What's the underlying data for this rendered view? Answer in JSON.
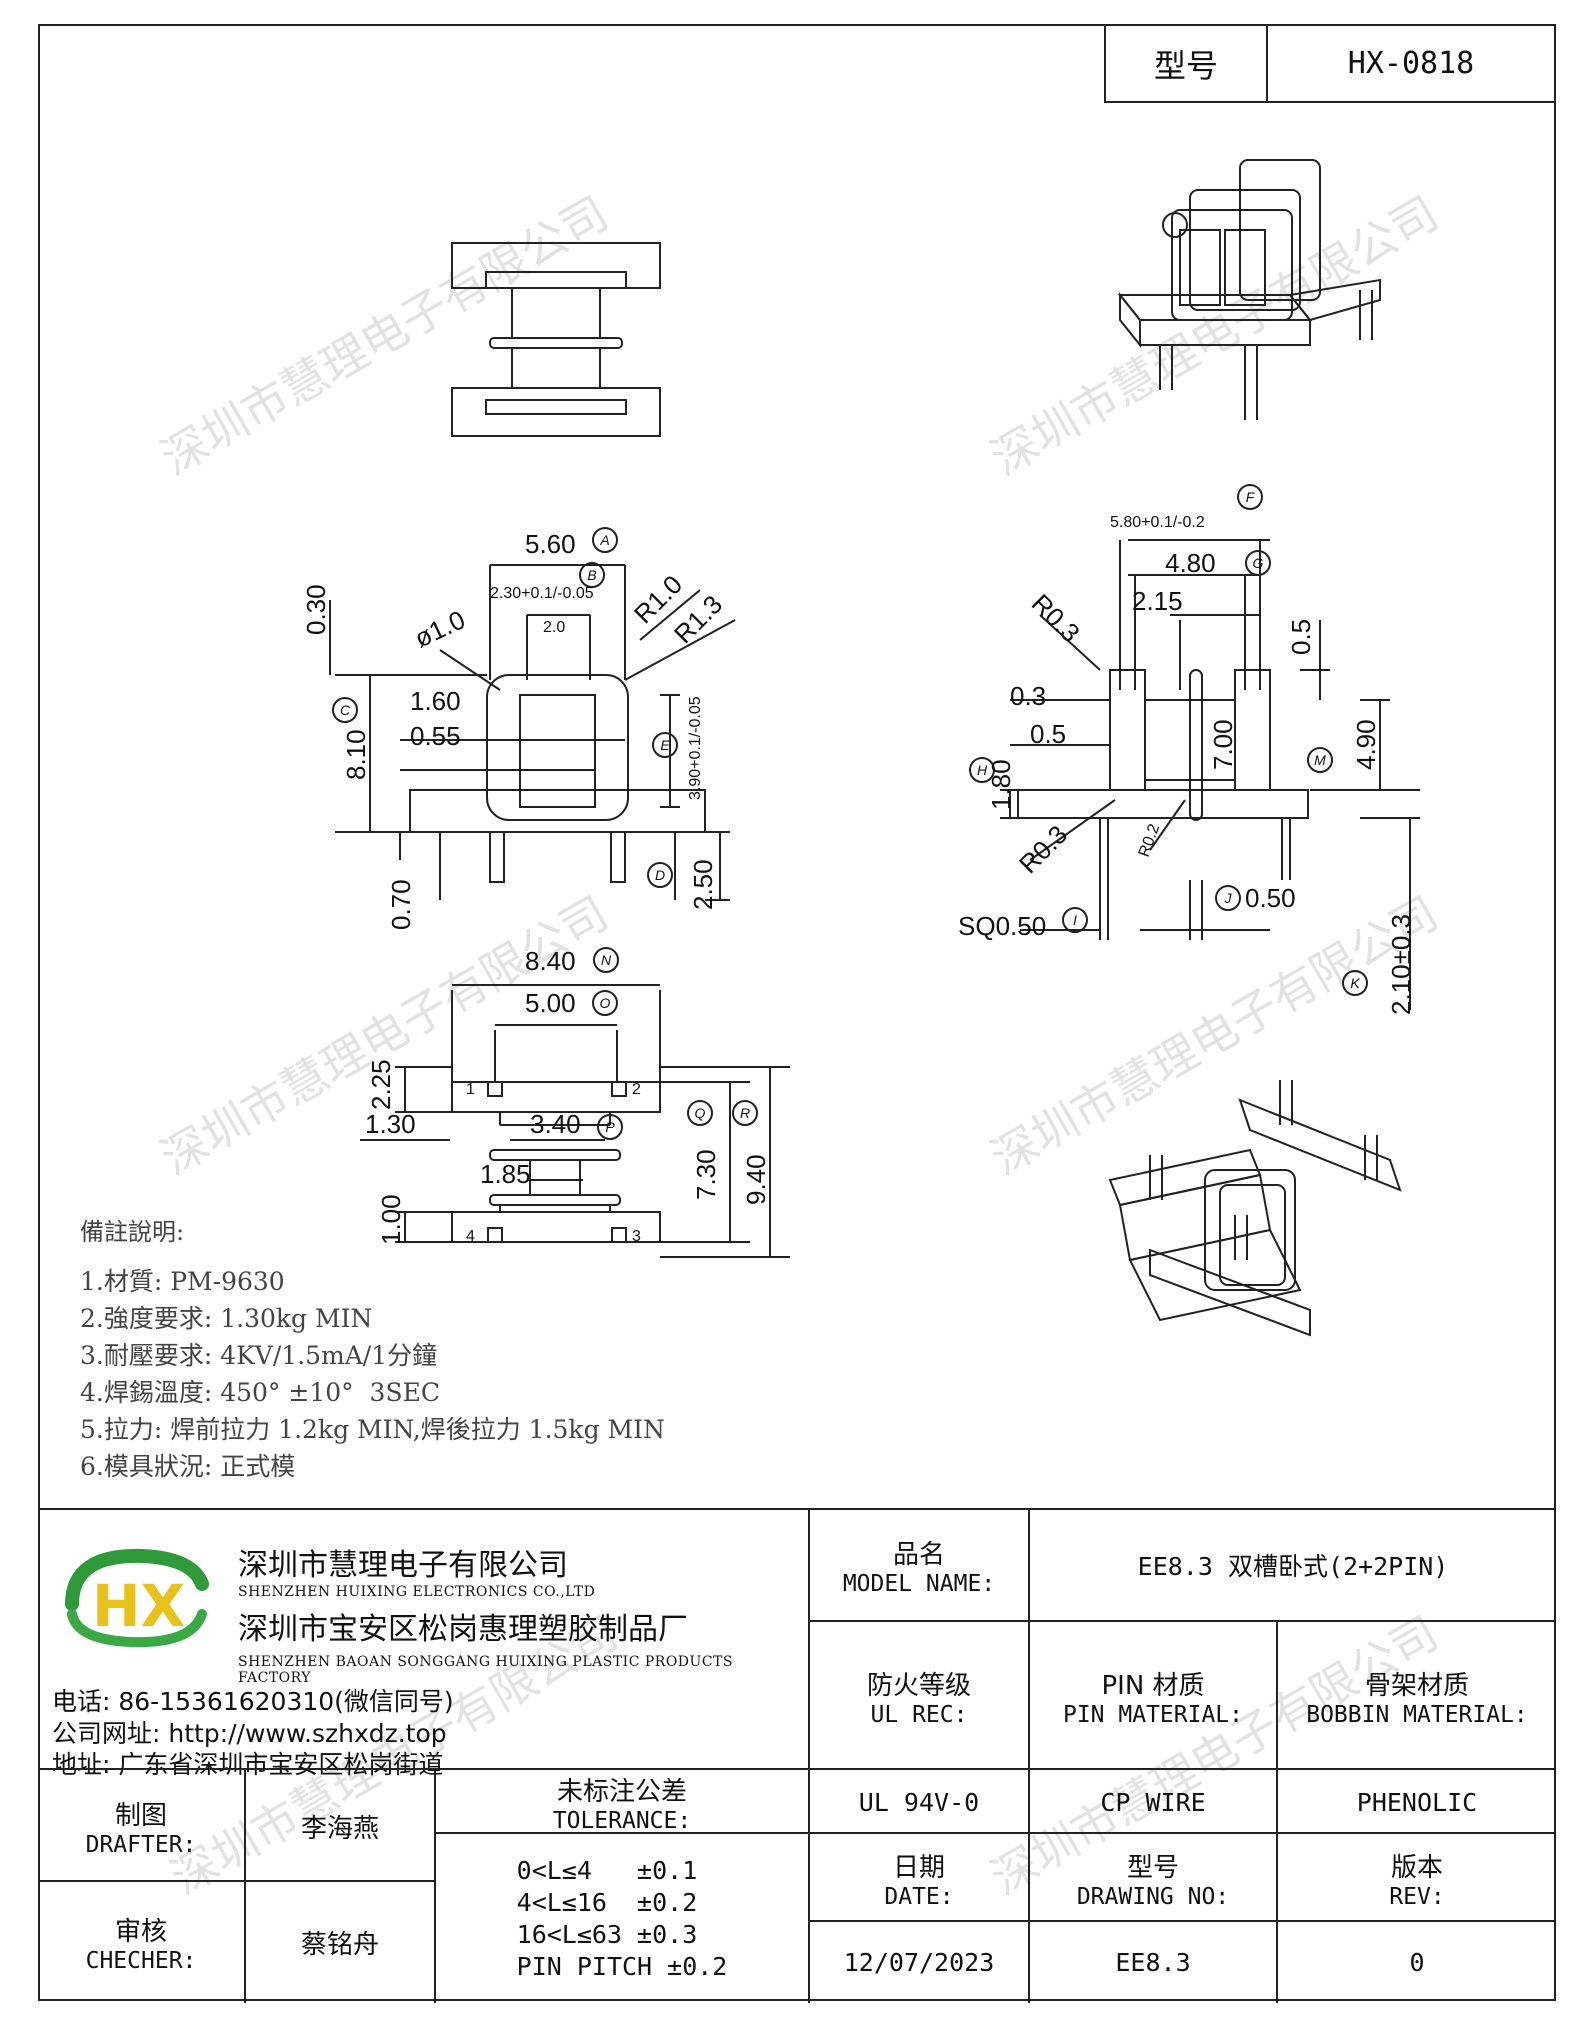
{
  "header": {
    "model_label": "型号",
    "model_value": "HX-0818"
  },
  "dimensions": {
    "top_view": {
      "a": "5.60",
      "b": "2.30+0.1/-0.05",
      "w2": "2.0",
      "phi": "ø1.0",
      "r1": "R1.0",
      "r2": "R1.3",
      "h030": "0.30",
      "h810": "8.10",
      "d160": "1.60",
      "d055": "0.55",
      "e": "3.90+0.1/-0.05",
      "d250": "2.50",
      "d070": "0.70"
    },
    "side_view": {
      "f": "5.80+0.1/-0.2",
      "g": "4.80",
      "d215": "2.15",
      "r03a": "R0.3",
      "d05": "0.5",
      "d03": "0.3",
      "d05b": "0.5",
      "d700": "7.00",
      "d490": "4.90",
      "h180": "1.80",
      "r03b": "R0.3",
      "r02": "R0.2",
      "sq": "SQ0.50",
      "j": "0.50",
      "k": "2.10±0.3"
    },
    "bottom_view": {
      "n": "8.40",
      "o": "5.00",
      "d225": "2.25",
      "d130": "1.30",
      "p": "3.40",
      "d185": "1.85",
      "q": "7.30",
      "r": "9.40",
      "d100": "1.00",
      "pin1": "1",
      "pin2": "2",
      "pin3": "3",
      "pin4": "4"
    },
    "circle_letters": {
      "A": "A",
      "B": "B",
      "C": "C",
      "D": "D",
      "E": "E",
      "F": "F",
      "G": "G",
      "H": "H",
      "I": "I",
      "J": "J",
      "K": "K",
      "M": "M",
      "N": "N",
      "O": "O",
      "P": "P",
      "Q": "Q",
      "R": "R"
    }
  },
  "notes": {
    "title": "備註說明:",
    "items": [
      "1.材質: PM-9630",
      "2.強度要求: 1.30kg MIN",
      "3.耐壓要求: 4KV/1.5mA/1分鐘",
      "4.焊錫溫度: 450° ±10°  3SEC",
      "5.拉力: 焊前拉力 1.2kg MIN,焊後拉力 1.5kg MIN",
      "6.模具狀況: 正式模"
    ]
  },
  "watermark": "深圳市慧理电子有限公司",
  "title_block": {
    "logo_text": "HX",
    "company_cn": "深圳市慧理电子有限公司",
    "company_en": "SHENZHEN HUIXING ELECTRONICS CO.,LTD",
    "factory_cn": "深圳市宝安区松岗惠理塑胶制品厂",
    "factory_en": "SHENZHEN BAOAN SONGGANG HUIXING PLASTIC PRODUCTS FACTORY",
    "phone": "电话: 86-15361620310(微信同号)",
    "website": "公司网址: http://www.szhxdz.top",
    "address": "地址: 广东省深圳市宝安区松岗街道",
    "model_name_cn": "品名",
    "model_name_en": "MODEL NAME:",
    "model_name_value": "EE8.3 双槽卧式(2+2PIN)",
    "ul_cn": "防火等级",
    "ul_en": "UL REC:",
    "pin_cn": "PIN 材质",
    "pin_en": "PIN MATERIAL:",
    "bobbin_cn": "骨架材质",
    "bobbin_en": "BOBBIN MATERIAL:",
    "ul_value": "UL 94V-0",
    "pin_value": "CP WIRE",
    "bobbin_value": "PHENOLIC",
    "drafter_cn": "制图",
    "drafter_en": "DRAFTER:",
    "drafter_value": "李海燕",
    "checker_cn": "审核",
    "checker_en": "CHECHER:",
    "checker_value": "蔡铭舟",
    "tol_cn": "未标注公差",
    "tol_en": "TOLERANCE:",
    "tol_lines": [
      "0<L≤4   ±0.1",
      "4<L≤16  ±0.2",
      "16<L≤63 ±0.3",
      "PIN PITCH ±0.2"
    ],
    "date_cn": "日期",
    "date_en": "DATE:",
    "date_value": "12/07/2023",
    "drawing_cn": "型号",
    "drawing_en": "DRAWING NO:",
    "drawing_value": "EE8.3",
    "rev_cn": "版本",
    "rev_en": "REV:",
    "rev_value": "0"
  }
}
